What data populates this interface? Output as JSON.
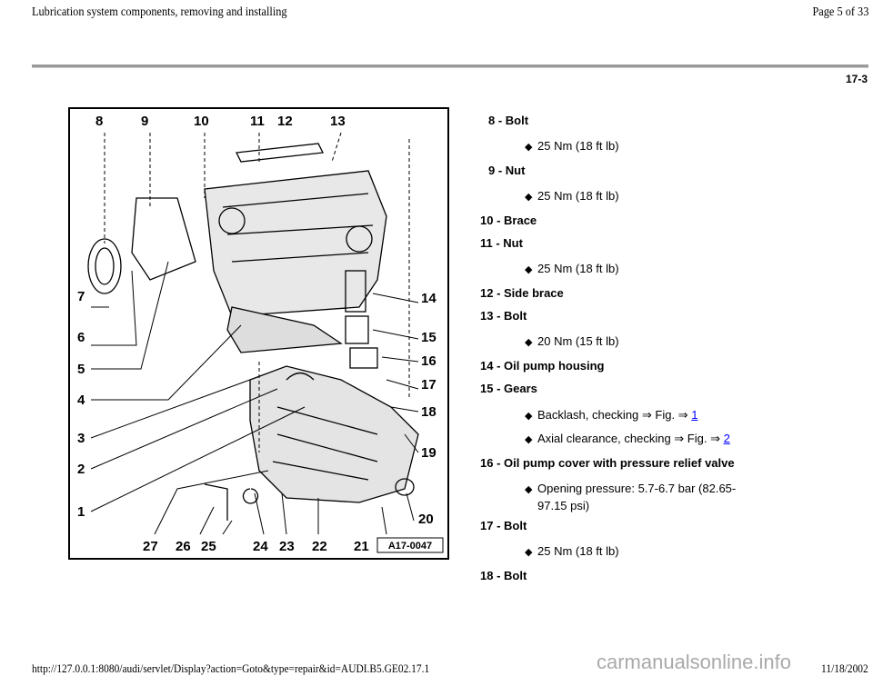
{
  "header": {
    "title": "Lubrication system components, removing and installing",
    "page": "Page 5 of 33",
    "section": "17-3"
  },
  "diagram": {
    "code": "A17-0047",
    "callouts": [
      "1",
      "2",
      "3",
      "4",
      "5",
      "6",
      "7",
      "8",
      "9",
      "10",
      "11",
      "12",
      "13",
      "14",
      "15",
      "16",
      "17",
      "18",
      "19",
      "20",
      "21",
      "22",
      "23",
      "24",
      "25",
      "26",
      "27"
    ]
  },
  "items": [
    {
      "label": "8 - Bolt",
      "notes": [
        "25 Nm (18 ft lb)"
      ]
    },
    {
      "label": "9 - Nut",
      "notes": [
        "25 Nm (18 ft lb)"
      ]
    },
    {
      "label": "10 - Brace",
      "notes": []
    },
    {
      "label": "11 - Nut",
      "notes": [
        "25 Nm (18 ft lb)"
      ]
    },
    {
      "label": "12 - Side brace",
      "notes": []
    },
    {
      "label": "13 - Bolt",
      "notes": [
        "20 Nm (15 ft lb)"
      ]
    },
    {
      "label": "14 - Oil pump housing",
      "notes": []
    },
    {
      "label": "15 - Gears",
      "notes": [
        "Backlash, checking ⇒ Fig. ⇒ ",
        "Axial clearance, checking ⇒ Fig. ⇒ "
      ],
      "links": [
        "1",
        "2"
      ]
    },
    {
      "label": "16 - Oil pump cover with pressure relief valve",
      "notes": [
        "Opening pressure: 5.7-6.7 bar (82.65-",
        "97.15 psi)"
      ]
    },
    {
      "label": "17 - Bolt",
      "notes": [
        "25 Nm (18 ft lb)"
      ]
    },
    {
      "label": "18 - Bolt",
      "notes": []
    }
  ],
  "footer": {
    "url": "http://127.0.0.1:8080/audi/servlet/Display?action=Goto&type=repair&id=AUDI.B5.GE02.17.1",
    "date": "11/18/2002",
    "watermark": "carmanualsonline.info"
  }
}
